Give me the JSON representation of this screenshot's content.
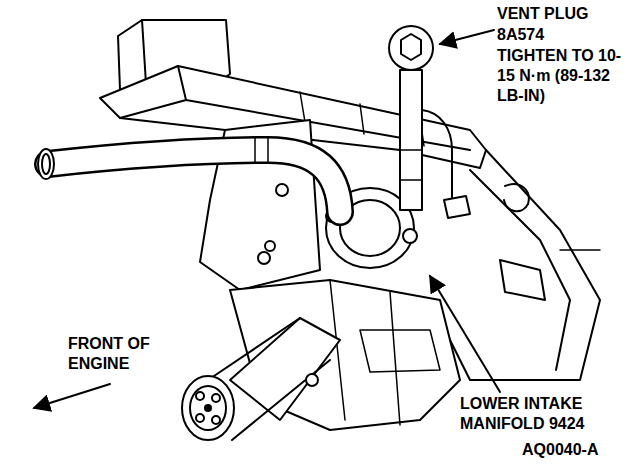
{
  "diagram": {
    "labels": [
      "VENT PLUG",
      "8A574",
      "TIGHTEN TO 10-15 N·m (89-132 LB-IN)",
      "FRONT OF ENGINE",
      "LOWER INTAKE MANIFOLD 9424",
      "AQ0040-A"
    ]
  }
}
